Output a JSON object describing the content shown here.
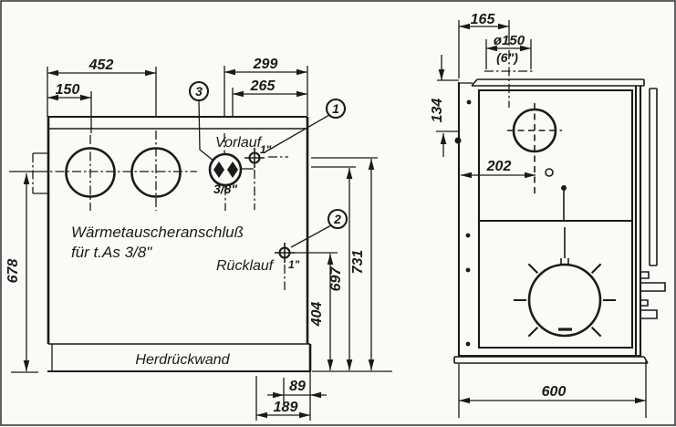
{
  "rear_view": {
    "dims": {
      "d452": "452",
      "d150": "150",
      "d299": "299",
      "d265": "265",
      "d678": "678",
      "d731": "731",
      "d697": "697",
      "d404": "404",
      "d89": "89",
      "d189": "189"
    },
    "labels": {
      "vorlauf": "Vorlauf",
      "vorlauf_size": "1\"",
      "ruecklauf": "Rücklauf",
      "ruecklauf_size": "1\"",
      "connector": "3/8\"",
      "note1": "Wärmetauscheranschluß",
      "note2": "für t.As 3/8\"",
      "rear_wall": "Herdrückwand"
    },
    "callouts": {
      "c1": "1",
      "c2": "2",
      "c3": "3"
    }
  },
  "top_view": {
    "dims": {
      "d165": "165",
      "dflue": "ø150",
      "dflue_inch": "(6\")",
      "d134": "134",
      "d202": "202",
      "d600": "600"
    }
  }
}
